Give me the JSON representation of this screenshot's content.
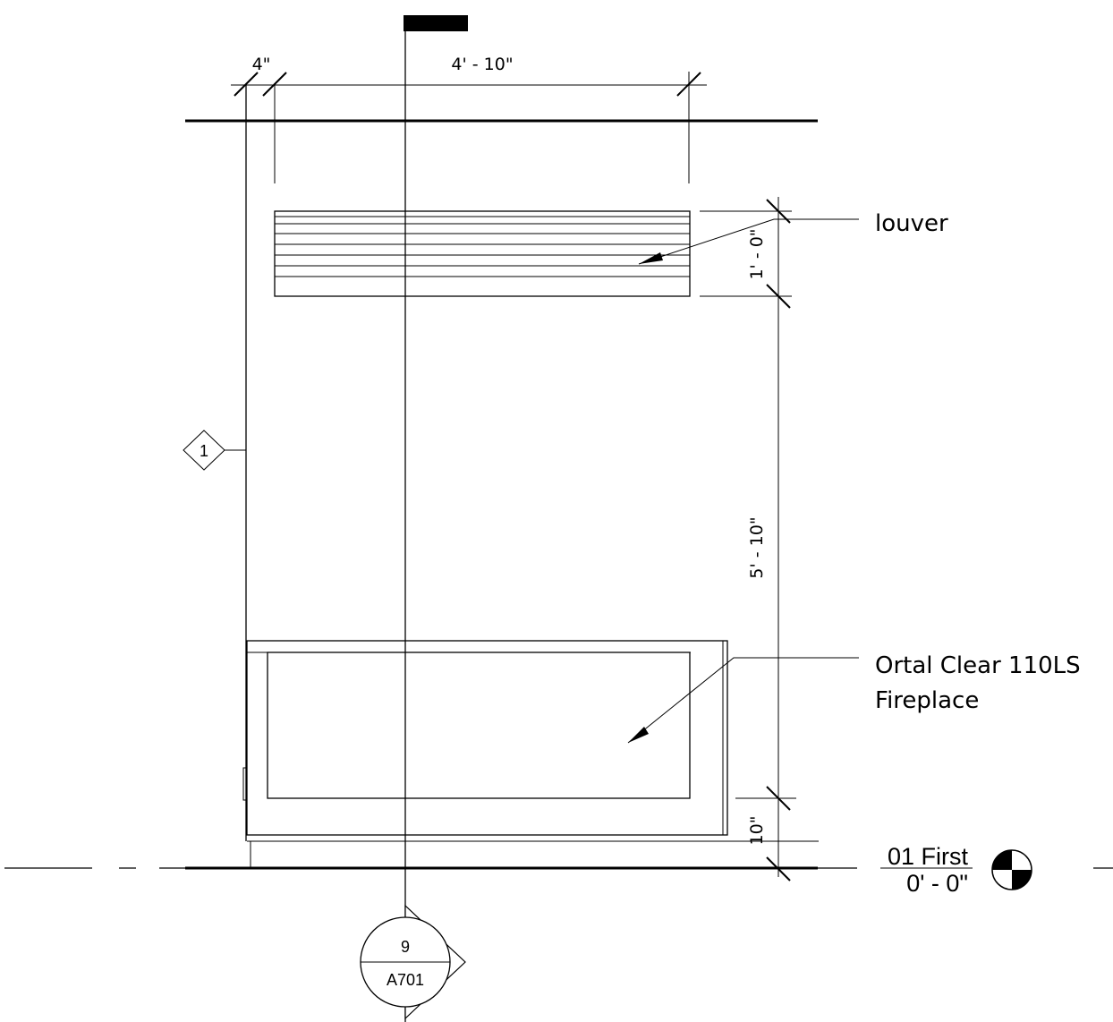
{
  "dimensions": {
    "top_small": "4\"",
    "top_width": "4' - 10\"",
    "louver_height": "1' - 0\"",
    "mid_height": "5' - 10\"",
    "base_height": "10\""
  },
  "annotations": {
    "louver": "louver",
    "fireplace_line1": "Ortal Clear 110LS",
    "fireplace_line2": "Fireplace"
  },
  "keynote": {
    "number": "1"
  },
  "section_tag": {
    "number": "9",
    "sheet": "A701"
  },
  "level": {
    "name": "01 First",
    "elevation": "0' - 0\""
  }
}
